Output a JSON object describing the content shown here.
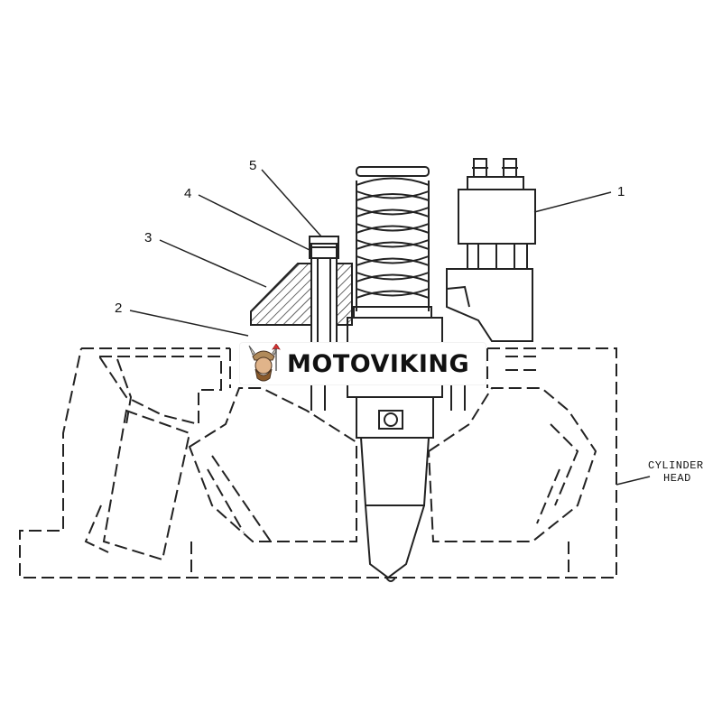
{
  "callouts": [
    "1",
    "2",
    "3",
    "4",
    "5"
  ],
  "side_label": {
    "line1": "CYLINDER",
    "line2": "HEAD"
  },
  "watermark": {
    "text": "MOTOVIKING"
  },
  "colors": {
    "line": "#222222",
    "background": "#ffffff"
  }
}
